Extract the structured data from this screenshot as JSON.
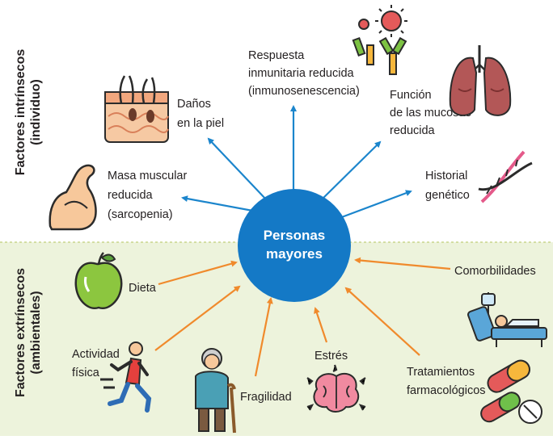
{
  "center": {
    "line1": "Personas",
    "line2": "mayores"
  },
  "side_labels": {
    "intrinsic": {
      "line1": "Factores intrínsecos",
      "line2": "(individuo)"
    },
    "extrinsic": {
      "line1": "Factores extrínsecos",
      "line2": "(ambientales)"
    }
  },
  "intrinsic_factors": [
    {
      "id": "skin",
      "lines": [
        "Daños",
        "en la piel"
      ],
      "icon": "skin-layers-icon"
    },
    {
      "id": "immune",
      "lines": [
        "Respuesta",
        "inmunitaria reducida",
        "(inmunosenescencia)"
      ],
      "icon": "virus-antibody-icon"
    },
    {
      "id": "mucosa",
      "lines": [
        "Función",
        "de las mucosas",
        "reducida"
      ],
      "icon": "lungs-icon"
    },
    {
      "id": "muscle",
      "lines": [
        "Masa muscular",
        "reducida",
        "(sarcopenia)"
      ],
      "icon": "flexed-arm-icon"
    },
    {
      "id": "genetic",
      "lines": [
        "Historial",
        "genético"
      ],
      "icon": "dna-icon"
    }
  ],
  "extrinsic_factors": [
    {
      "id": "diet",
      "lines": [
        "Dieta"
      ],
      "icon": "apple-icon"
    },
    {
      "id": "comorbid",
      "lines": [
        "Comorbilidades"
      ],
      "icon": "hospital-bed-icon"
    },
    {
      "id": "activity",
      "lines": [
        "Actividad",
        "física"
      ],
      "icon": "runner-icon"
    },
    {
      "id": "frailty",
      "lines": [
        "Fragilidad"
      ],
      "icon": "elderly-cane-icon"
    },
    {
      "id": "stress",
      "lines": [
        "Estrés"
      ],
      "icon": "brain-stress-icon"
    },
    {
      "id": "treatments",
      "lines": [
        "Tratamientos",
        "farmacológicos"
      ],
      "icon": "pills-icon"
    }
  ],
  "colors": {
    "center": "#1479c6",
    "intrinsic_arrow": "#1b85cc",
    "extrinsic_arrow": "#f08a2c",
    "bottom_bg": "#edf3dc",
    "divider": "#c8d58c"
  }
}
